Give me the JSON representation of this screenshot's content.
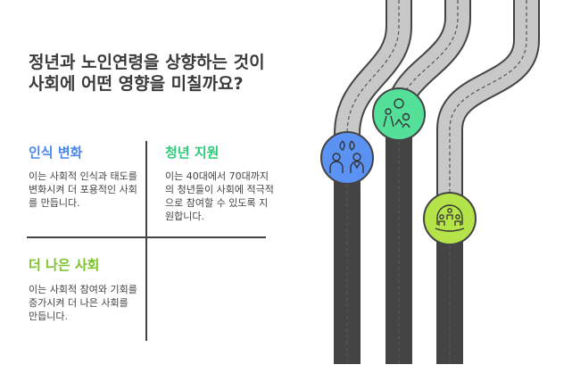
{
  "title": "정년과 노인연령을 상향하는 것이 사회에 어떤 영향을 미칠까요?",
  "sections": [
    {
      "heading": "인식 변화",
      "text": "이는 사회적 인식과 태도를 변화시켜 더 포용적인 사회를 만듭니다.",
      "color": "#4a86f0",
      "icon": "people-talking-icon"
    },
    {
      "heading": "청년 지원",
      "text": "이는 40대에서 70대까지의 청년들이 사회에 적극적으로 참여할 수 있도록 지원합니다.",
      "color": "#2fc97a",
      "icon": "family-icon"
    },
    {
      "heading": "더 나은 사회",
      "text": "이는 사회적 참여와 기회를 증가시켜 더 나은 사회를 만듭니다.",
      "color": "#7cc22a",
      "icon": "community-dome-icon"
    }
  ]
}
